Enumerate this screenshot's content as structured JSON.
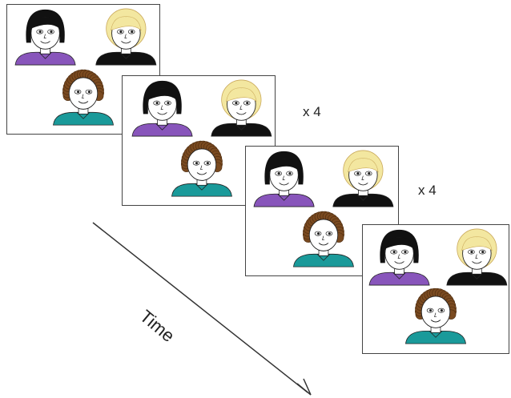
{
  "frames": [
    {
      "id": "frame-1"
    },
    {
      "id": "frame-2"
    },
    {
      "id": "frame-3"
    },
    {
      "id": "frame-4"
    }
  ],
  "faces": {
    "girl": {
      "hair": "#111111",
      "shirt": "#8855bb"
    },
    "blond": {
      "hair": "#f3e7a0",
      "shirt": "#111111"
    },
    "curly": {
      "hair": "#7a4a20",
      "shirt": "#1a9a9a"
    }
  },
  "repeats": [
    "x 4",
    "x 4"
  ],
  "time_label": "Time",
  "colors": {
    "border": "#444444",
    "arrow": "#333333",
    "skin": "#ffffff"
  }
}
